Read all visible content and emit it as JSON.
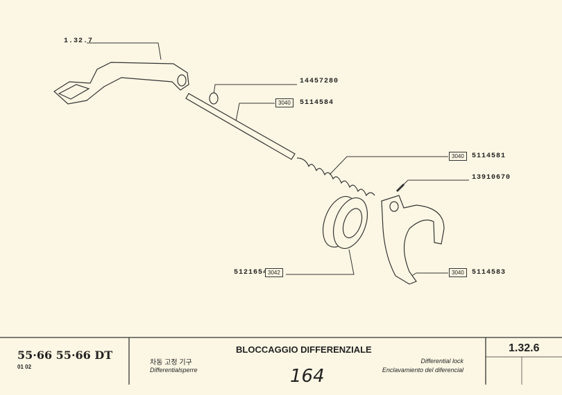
{
  "callouts": {
    "pedal_ref": "1.32.7",
    "ring": {
      "part": "14457280"
    },
    "shaft": {
      "code": "3040",
      "part": "5114584"
    },
    "spring": {
      "code": "3040",
      "part": "5114581"
    },
    "pin": {
      "part": "13910670"
    },
    "sleeve": {
      "code": "3042",
      "part": "5121654"
    },
    "fork": {
      "code": "3040",
      "part": "5114583"
    }
  },
  "footer": {
    "models": "55·66  55·66 DT",
    "model_sub": "01 02",
    "title": "BLOCCAGGIO DIFFERENZIALE",
    "korean": "차동 고정 기구",
    "german": "Differentialsperre",
    "english": "Differential lock",
    "spanish": "Enclavamiento del diferencial",
    "handwritten_page": "164",
    "section": "1.32.6"
  }
}
